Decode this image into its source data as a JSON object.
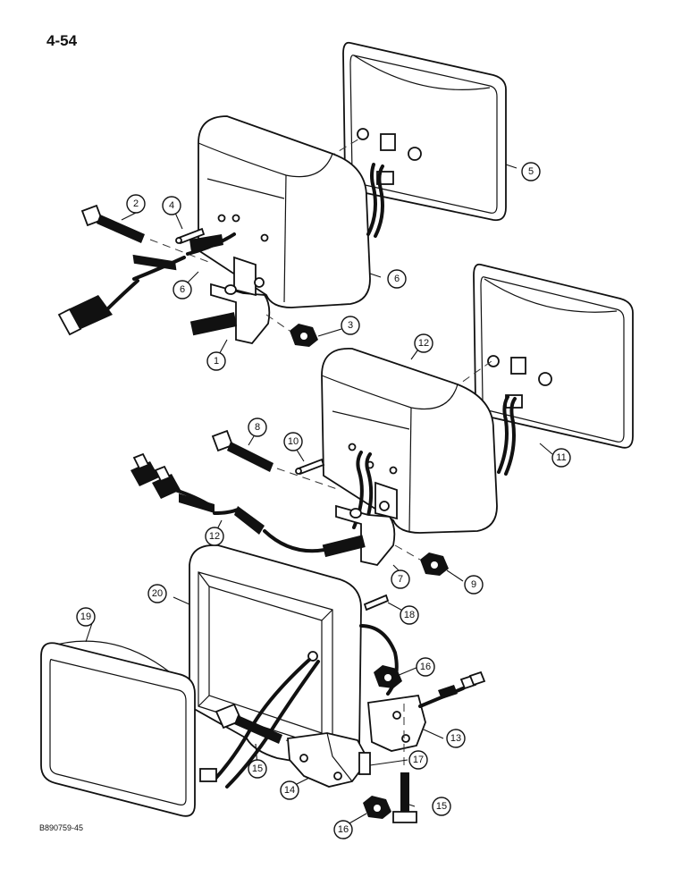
{
  "page_number": "4-54",
  "figure_code": "B890759-45",
  "callouts": [
    {
      "label": "1"
    },
    {
      "label": "2"
    },
    {
      "label": "3"
    },
    {
      "label": "4"
    },
    {
      "label": "5"
    },
    {
      "label": "6"
    },
    {
      "label": "6"
    },
    {
      "label": "7"
    },
    {
      "label": "8"
    },
    {
      "label": "9"
    },
    {
      "label": "10"
    },
    {
      "label": "11"
    },
    {
      "label": "12"
    },
    {
      "label": "12"
    },
    {
      "label": "13"
    },
    {
      "label": "14"
    },
    {
      "label": "15"
    },
    {
      "label": "15"
    },
    {
      "label": "16"
    },
    {
      "label": "16"
    },
    {
      "label": "17"
    },
    {
      "label": "18"
    },
    {
      "label": "19"
    },
    {
      "label": "20"
    }
  ]
}
